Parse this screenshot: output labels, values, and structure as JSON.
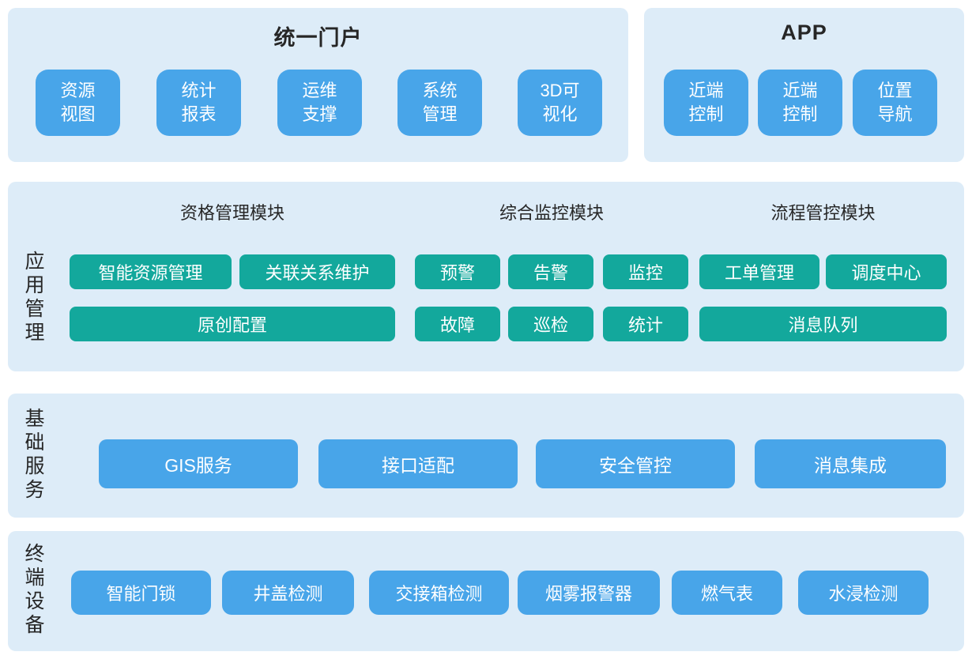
{
  "colors": {
    "panel_bg": "#ddecf8",
    "blue": "#48a5e9",
    "teal": "#13a89c",
    "text_dark": "#262626",
    "text_light": "#ffffff"
  },
  "portal": {
    "title": "统一门户",
    "buttons": [
      {
        "line1": "资源",
        "line2": "视图"
      },
      {
        "line1": "统计",
        "line2": "报表"
      },
      {
        "line1": "运维",
        "line2": "支撑"
      },
      {
        "line1": "系统",
        "line2": "管理"
      },
      {
        "line1": "3D可",
        "line2": "视化"
      }
    ]
  },
  "app": {
    "title": "APP",
    "buttons": [
      {
        "line1": "近端",
        "line2": "控制"
      },
      {
        "line1": "近端",
        "line2": "控制"
      },
      {
        "line1": "位置",
        "line2": "导航"
      }
    ]
  },
  "app_management": {
    "layer_label": "应用管理",
    "modules": [
      {
        "title": "资格管理模块",
        "row1": [
          "智能资源管理",
          "关联关系维护"
        ],
        "row2": [
          "原创配置"
        ]
      },
      {
        "title": "综合监控模块",
        "row1": [
          "预警",
          "告警",
          "监控"
        ],
        "row2": [
          "故障",
          "巡检",
          "统计"
        ]
      },
      {
        "title": "流程管控模块",
        "row1": [
          "工单管理",
          "调度中心"
        ],
        "row2": [
          "消息队列"
        ]
      }
    ]
  },
  "base_services": {
    "layer_label": "基础服务",
    "buttons": [
      "GIS服务",
      "接口适配",
      "安全管控",
      "消息集成"
    ]
  },
  "terminal_devices": {
    "layer_label": "终端设备",
    "buttons": [
      "智能门锁",
      "井盖检测",
      "交接箱检测",
      "烟雾报警器",
      "燃气表",
      "水浸检测"
    ]
  }
}
